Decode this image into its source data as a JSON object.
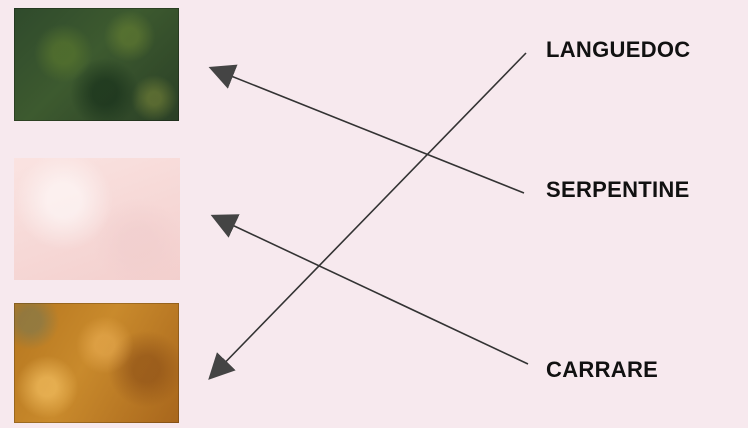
{
  "swatches": [
    {
      "name": "green-marble",
      "color": "#3a552e"
    },
    {
      "name": "pink-marble",
      "color": "#f6d8d6"
    },
    {
      "name": "orange-marble",
      "color": "#c0802a"
    }
  ],
  "labels": {
    "languedoc": "LANGUEDOC",
    "serpentine": "SERPENTINE",
    "carrare": "CARRARE"
  },
  "arrow_color": "#3a3a3a"
}
